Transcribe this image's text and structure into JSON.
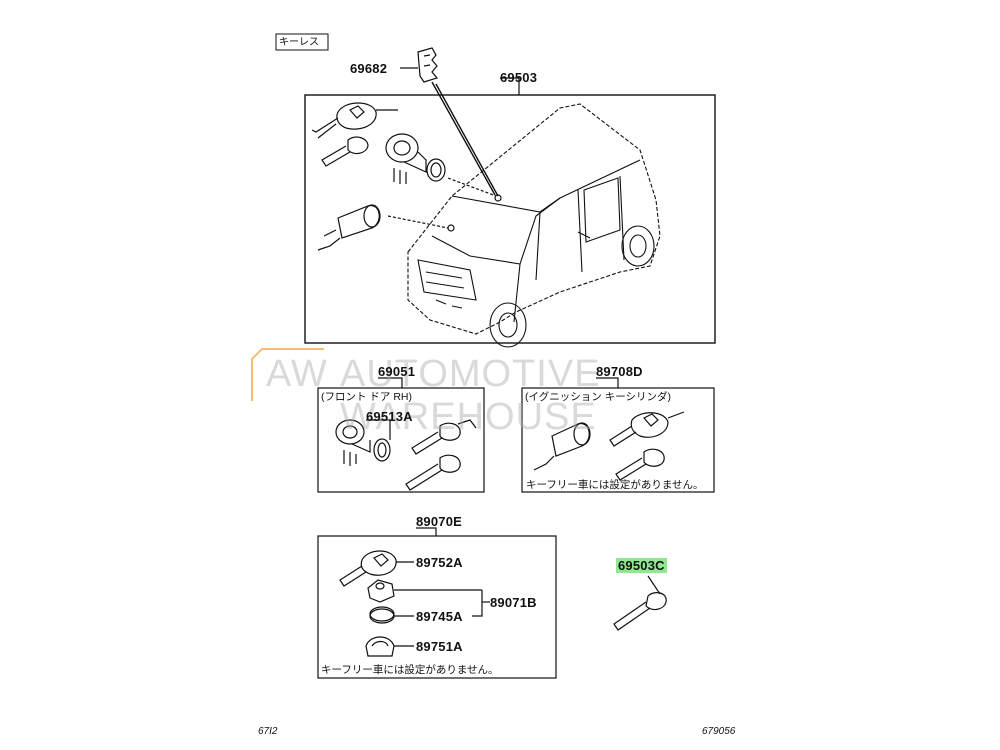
{
  "header": {
    "section_tag": "キーレス"
  },
  "parts": {
    "p69682": "69682",
    "p69503": "69503",
    "p69051": "69051",
    "p69051_note": "(フロント ドア RH)",
    "p69513A": "69513A",
    "p89708D": "89708D",
    "p89708D_note": "(イグニッション キーシリンダ)",
    "p89708D_foot": "キーフリー車には設定がありません。",
    "p89070E": "89070E",
    "p89752A": "89752A",
    "p89745A": "89745A",
    "p89751A": "89751A",
    "p89071B": "89071B",
    "p89070E_foot": "キーフリー車には設定がありません。",
    "p69503C": "69503C"
  },
  "watermark": {
    "badge": "AW",
    "text": "AUTOMOTIVE WAREHOUSE"
  },
  "footer": {
    "left": "67I2",
    "right": "679056"
  },
  "colors": {
    "highlight": "#8fe88f",
    "line": "#111111",
    "watermark": "#c8c8c8",
    "badge_outline": "#f0c070"
  }
}
